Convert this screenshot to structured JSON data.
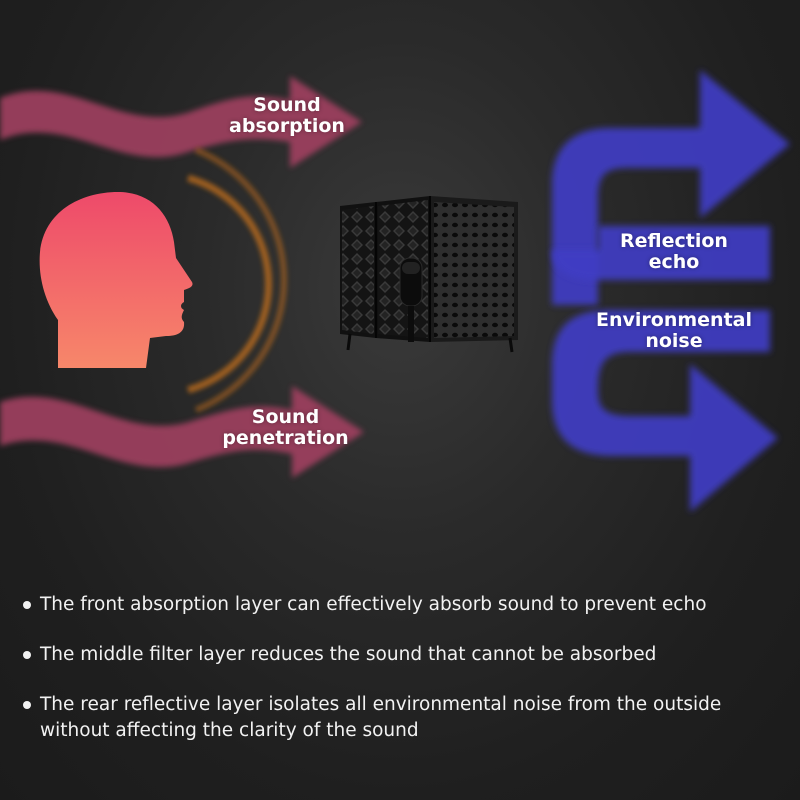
{
  "labels": {
    "sound_absorption": "Sound\nabsorption",
    "sound_penetration": "Sound\npenetration",
    "reflection_echo": "Reflection\necho",
    "environmental_noise": "Environmental\nnoise"
  },
  "bullets": [
    "The front absorption layer can effectively absorb sound to prevent echo",
    "The middle filter layer reduces the sound that cannot be absorbed",
    "The rear reflective layer isolates all environmental noise from the outside without affecting the clarity of the sound"
  ],
  "icons": {
    "head": "head-profile-icon",
    "shield": "microphone-isolation-shield",
    "wave_arrow": "wave-arrow-icon",
    "u_arrow": "u-turn-arrow-icon"
  },
  "colors": {
    "pink_arrow": "#9e3f5e",
    "head_top": "#ee4a6a",
    "head_bottom": "#f7876a",
    "blue_arrow": "#3f3dc4",
    "sound_ring": "#b86a1e",
    "text": "#ffffff"
  }
}
